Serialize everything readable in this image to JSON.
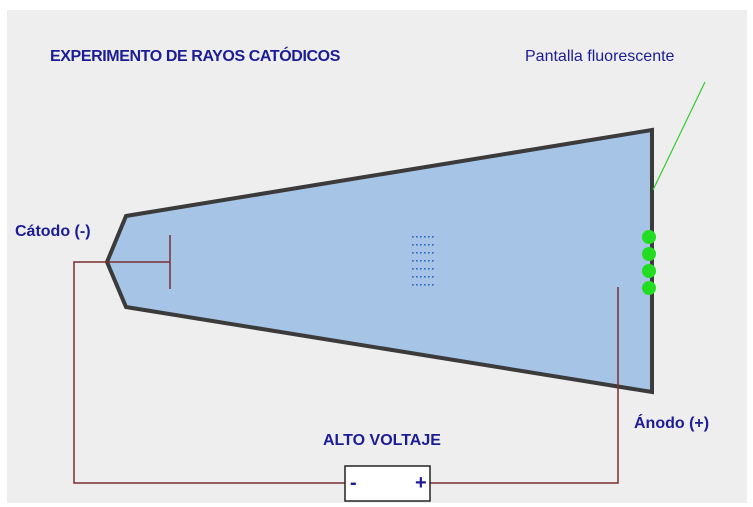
{
  "title": "EXPERIMENTO DE RAYOS CATÓDICOS",
  "labels": {
    "screen": "Pantalla fluorescente",
    "cathode": "Cátodo (-)",
    "anode": "Ánodo (+)",
    "voltage": "ALTO VOLTAJE"
  },
  "battery": {
    "minus": "-",
    "plus": "+"
  },
  "colors": {
    "background": "#eeeeee",
    "tube_fill": "#a6c4e6",
    "tube_outline": "#3b3b3b",
    "wire": "#7a2e2e",
    "pointer_line": "#33cc33",
    "glow_dots": "#22dd22",
    "electron_dots": "#3366cc",
    "text": "#1c1c96"
  },
  "glow_spot_count": 4
}
